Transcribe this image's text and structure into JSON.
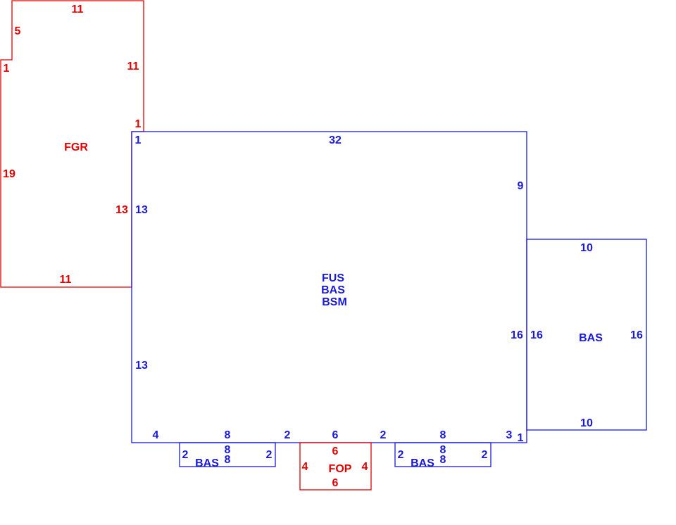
{
  "colors": {
    "garage": "#e00000",
    "house": "#1a1ad6",
    "porch": "#e00000"
  },
  "areas": {
    "fgr": {
      "code": "FGR",
      "dims": [
        "11",
        "5",
        "1",
        "11",
        "1",
        "19",
        "13",
        "11"
      ]
    },
    "main": {
      "codes": [
        "FUS",
        "BAS",
        "BSM"
      ],
      "dims": [
        "1",
        "32",
        "9",
        "13",
        "13",
        "16",
        "4",
        "8",
        "2",
        "6",
        "2",
        "8",
        "3",
        "1"
      ]
    },
    "east_bas": {
      "code": "BAS",
      "dims": [
        "10",
        "16",
        "16",
        "10"
      ]
    },
    "bay_left": {
      "code": "BAS",
      "dims": [
        "2",
        "8",
        "8",
        "2"
      ]
    },
    "fop": {
      "code": "FOP",
      "dims": [
        "6",
        "4",
        "4",
        "6"
      ]
    },
    "bay_right": {
      "code": "BAS",
      "dims": [
        "2",
        "8",
        "8",
        "2"
      ]
    }
  }
}
